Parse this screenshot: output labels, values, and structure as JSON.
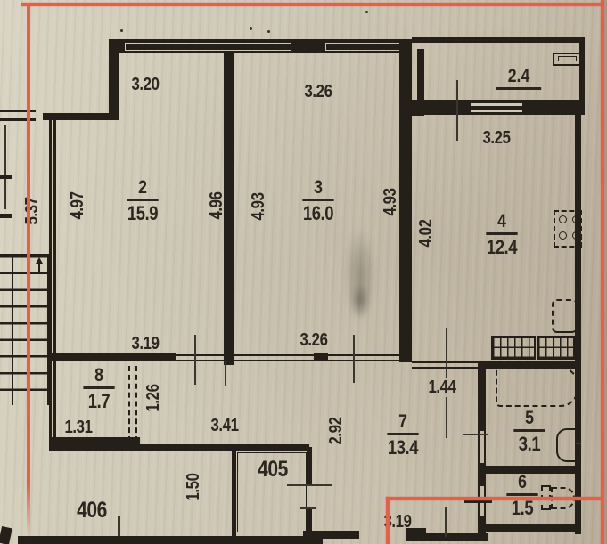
{
  "plan": {
    "colors": {
      "paper": "#cdc6b4",
      "ink": "#242019",
      "highlight_red": "#e85f49"
    },
    "rooms": [
      {
        "number": "2",
        "area": "15.9"
      },
      {
        "number": "3",
        "area": "16.0"
      },
      {
        "number": "4",
        "area": "12.4"
      },
      {
        "number": "5",
        "area": "3.1"
      },
      {
        "number": "6",
        "area": "1.5"
      },
      {
        "number": "7",
        "area": "13.4"
      },
      {
        "number": "8",
        "area": "1.7"
      }
    ],
    "balcony": {
      "area": "2.4"
    },
    "units": {
      "neighbor_left": "406",
      "neighbor_center": "405"
    },
    "dims": {
      "top_room2": "3.20",
      "top_room3": "3.26",
      "balcony_width": "3.25",
      "outer_left": "5.37",
      "room2_left": "4.97",
      "room2_right": "4.96",
      "room3_left": "4.93",
      "room3_right": "4.93",
      "kitchen_left": "4.02",
      "room2_bottom": "3.19",
      "room3_bottom": "3.26",
      "kitchen_door": "1.44",
      "hall_depth": "2.92",
      "closet_width": "1.31",
      "closet_depth": "1.26",
      "hall_width": "3.41",
      "entry_depth": "1.50",
      "bottom_width": "3.19"
    }
  }
}
